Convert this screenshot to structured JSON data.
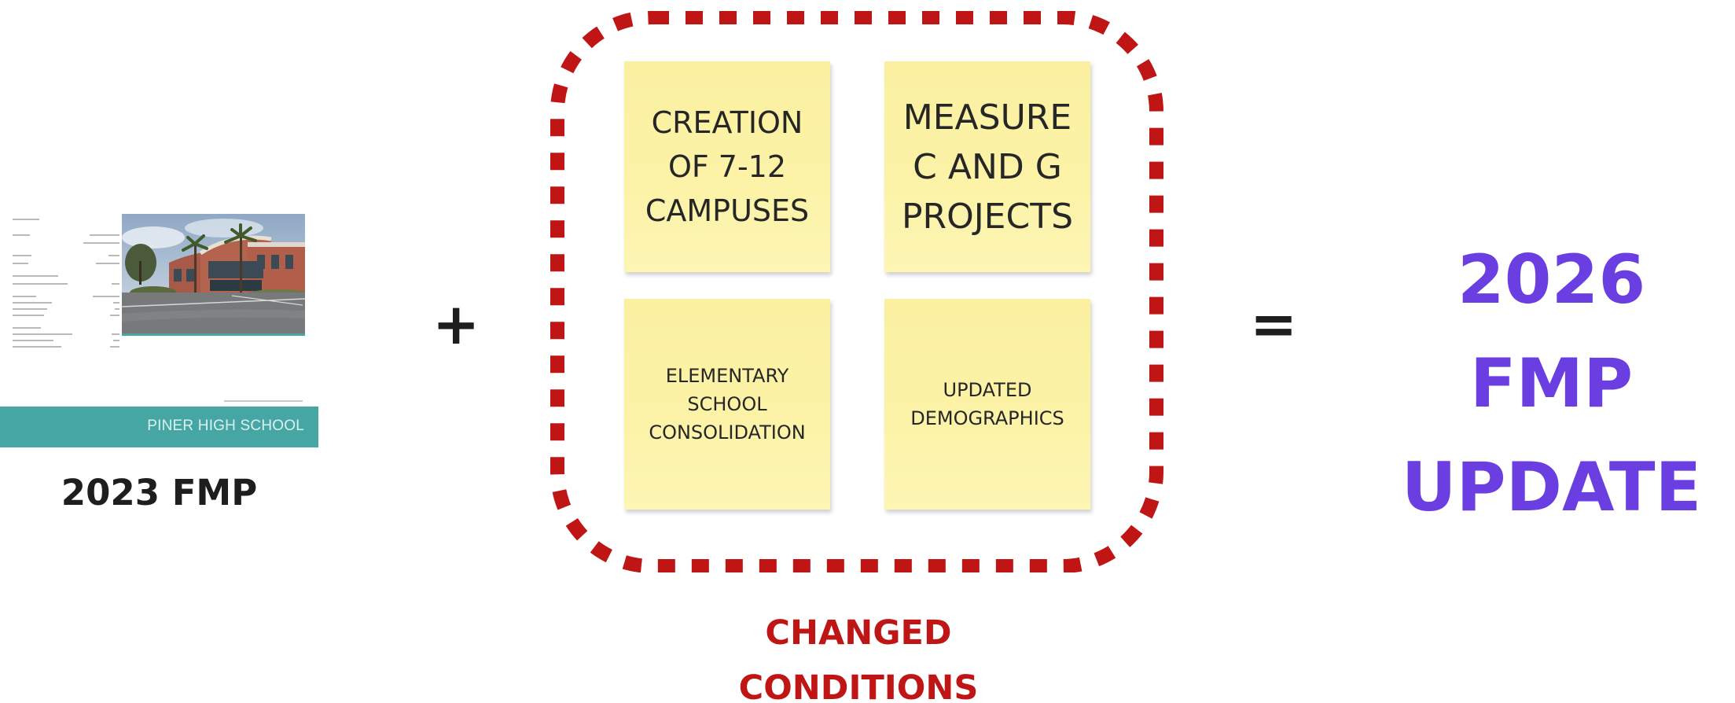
{
  "document_thumbnail": {
    "band_text": "PINER HIGH SCHOOL",
    "band_color": "#46a6a4"
  },
  "label_2023": "2023 FMP",
  "operators": {
    "plus": "+",
    "equals": "="
  },
  "frame": {
    "border_color": "#c01515",
    "style": "dashed-rounded"
  },
  "notes": [
    {
      "text": "CREATION\nOF 7-12\nCAMPUSES"
    },
    {
      "text": "MEASURE\nC AND G\nPROJECTS"
    },
    {
      "text": "ELEMENTARY\nSCHOOL\nCONSOLIDATION"
    },
    {
      "text": "UPDATED\nDEMOGRAPHICS"
    }
  ],
  "note_color": "#fcf3a8",
  "changed_conditions": "CHANGED\nCONDITIONS",
  "changed_conditions_color": "#c01515",
  "result": "2026 FMP\nUPDATE",
  "result_color": "#6a3ee0"
}
